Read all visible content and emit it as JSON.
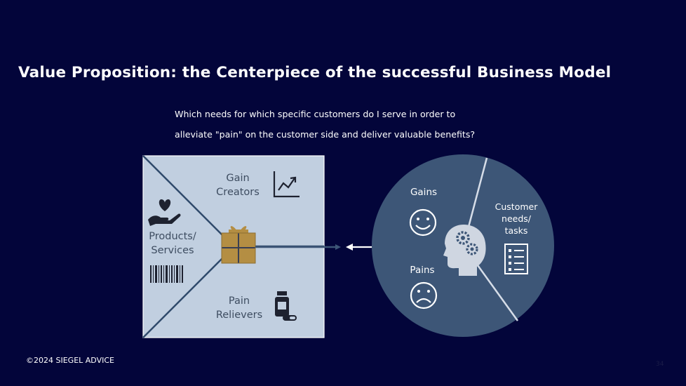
{
  "slide": {
    "title": "Value Proposition: the Centerpiece of the successful Business Model",
    "question_line1": "Which needs for which specific customers do I serve in order to",
    "question_line2": "alleviate \"pain\" on the customer side and deliver valuable benefits?",
    "footer": "©2024 SIEGEL ADVICE",
    "page_number": "34"
  },
  "value_map": {
    "gain_creators": [
      "Gain",
      "Creators"
    ],
    "products_services": [
      "Products/",
      "Services"
    ],
    "pain_relievers": [
      "Pain",
      "Relievers"
    ],
    "icons": [
      "trend-chart-icon",
      "heart-hand-icon",
      "gift-icon",
      "barcode-icon",
      "medicine-bottle-icon"
    ]
  },
  "customer_profile": {
    "gains": "Gains",
    "pains": "Pains",
    "customer_jobs": [
      "Customer",
      "needs/",
      "tasks"
    ],
    "icons": [
      "smiley-icon",
      "frown-icon",
      "head-gears-icon",
      "checklist-icon"
    ]
  },
  "colors": {
    "background": "#03053a",
    "square_fill": "#c1cfe0",
    "square_lines": "#2f4a6b",
    "circle_fill": "#3d5677",
    "gift": "#b48e43"
  }
}
